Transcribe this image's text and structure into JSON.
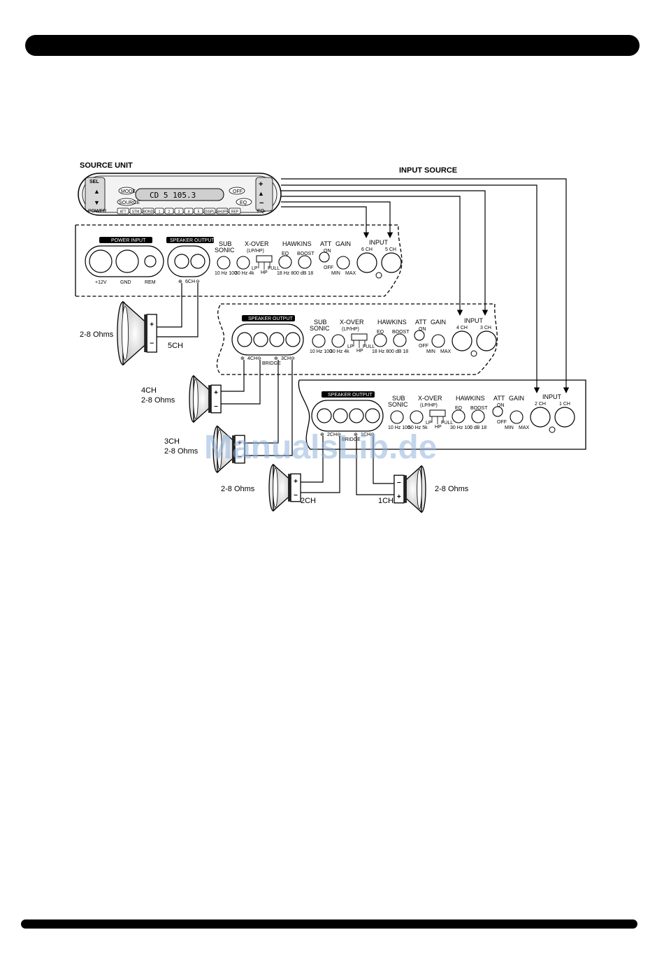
{
  "source_unit": {
    "title": "SOURCE UNIT",
    "display": "CD 5   105.3",
    "buttons": {
      "sel": "SEL",
      "mode": "MODE",
      "source": "SOURCE",
      "off": "OFF",
      "eq": "EQ",
      "eq_right": "EQ",
      "power": "POWER"
    },
    "presets": [
      "ATT",
      "STM",
      "BOND",
      "1",
      "2",
      "3",
      "4",
      "5",
      "DISPL",
      "SHUFF",
      "REP"
    ]
  },
  "input_source_label": "INPUT SOURCE",
  "amp_top": {
    "power_input": "POWER INPUT",
    "speaker_output": "SPEAKER OUTPUT",
    "terminals": [
      "+12V",
      "GND",
      "REM"
    ],
    "channel": "6CH",
    "sub": "SUB",
    "sonic": "SONIC",
    "xover": "X-OVER",
    "lphp": "(LP/HP)",
    "hawkins": "HAWKINS",
    "att": "ATT",
    "gain": "GAIN",
    "eq": "EQ",
    "boost": "BOOST",
    "on": "ON",
    "off": "OFF",
    "lp": "LP",
    "hp": "HP",
    "full": "FULL",
    "min": "MIN",
    "max": "MAX",
    "sub_scale": "10 Hz 100",
    "xover_scale": "30 Hz 4k",
    "eq_scale": "18 Hz 80",
    "boost_scale": "0 dB 18",
    "input": "INPUT",
    "inputs": [
      "6 CH",
      "5 CH"
    ]
  },
  "amp_mid": {
    "speaker_output": "SPEAKER OUTPUT",
    "ch_a": "4CH",
    "ch_b": "3CH",
    "bridge": "BRIDGE",
    "sub": "SUB",
    "sonic": "SONIC",
    "xover": "X-OVER",
    "lphp": "(LP/HP)",
    "hawkins": "HAWKINS",
    "att": "ATT",
    "gain": "GAIN",
    "eq": "EQ",
    "boost": "BOOST",
    "on": "ON",
    "off": "OFF",
    "lp": "LP",
    "hp": "HP",
    "full": "FULL",
    "min": "MIN",
    "max": "MAX",
    "sub_scale": "10 Hz 100",
    "xover_scale": "30 Hz 4k",
    "eq_scale": "18 Hz 80",
    "boost_scale": "0 dB 18",
    "input": "INPUT",
    "inputs": [
      "4 CH",
      "3 CH"
    ]
  },
  "amp_bottom": {
    "speaker_output": "SPEAKER OUTPUT",
    "ch_a": "2CH",
    "ch_b": "1CH",
    "bridge": "BRIDGE",
    "sub": "SUB",
    "sonic": "SONIC",
    "xover": "X-OVER",
    "lphp": "(LP/HP)",
    "hawkins": "HAWKINS",
    "att": "ATT",
    "gain": "GAIN",
    "eq": "EQ",
    "boost": "BOOST",
    "on": "ON",
    "off": "OFF",
    "lp": "LP",
    "hp": "HP",
    "full": "FULL",
    "min": "MIN",
    "max": "MAX",
    "sub_scale": "10 Hz 100",
    "xover_scale": "50 Hz 5k",
    "eq_scale": "30 Hz 100",
    "boost_scale": "0 dB 18",
    "input": "INPUT",
    "inputs": [
      "2 CH",
      "1 CH"
    ]
  },
  "speakers": {
    "spk5": {
      "impedance": "2-8 Ohms",
      "channel": "5CH"
    },
    "spk4": {
      "channel": "4CH",
      "impedance": "2-8 Ohms"
    },
    "spk3": {
      "channel": "3CH",
      "impedance": "2-8 Ohms"
    },
    "spk2": {
      "impedance": "2-8 Ohms",
      "channel": "2CH"
    },
    "spk1": {
      "impedance": "2-8 Ohms",
      "channel": "1CH"
    },
    "plus": "+",
    "minus": "−"
  },
  "watermark": "ManualsLib.de"
}
